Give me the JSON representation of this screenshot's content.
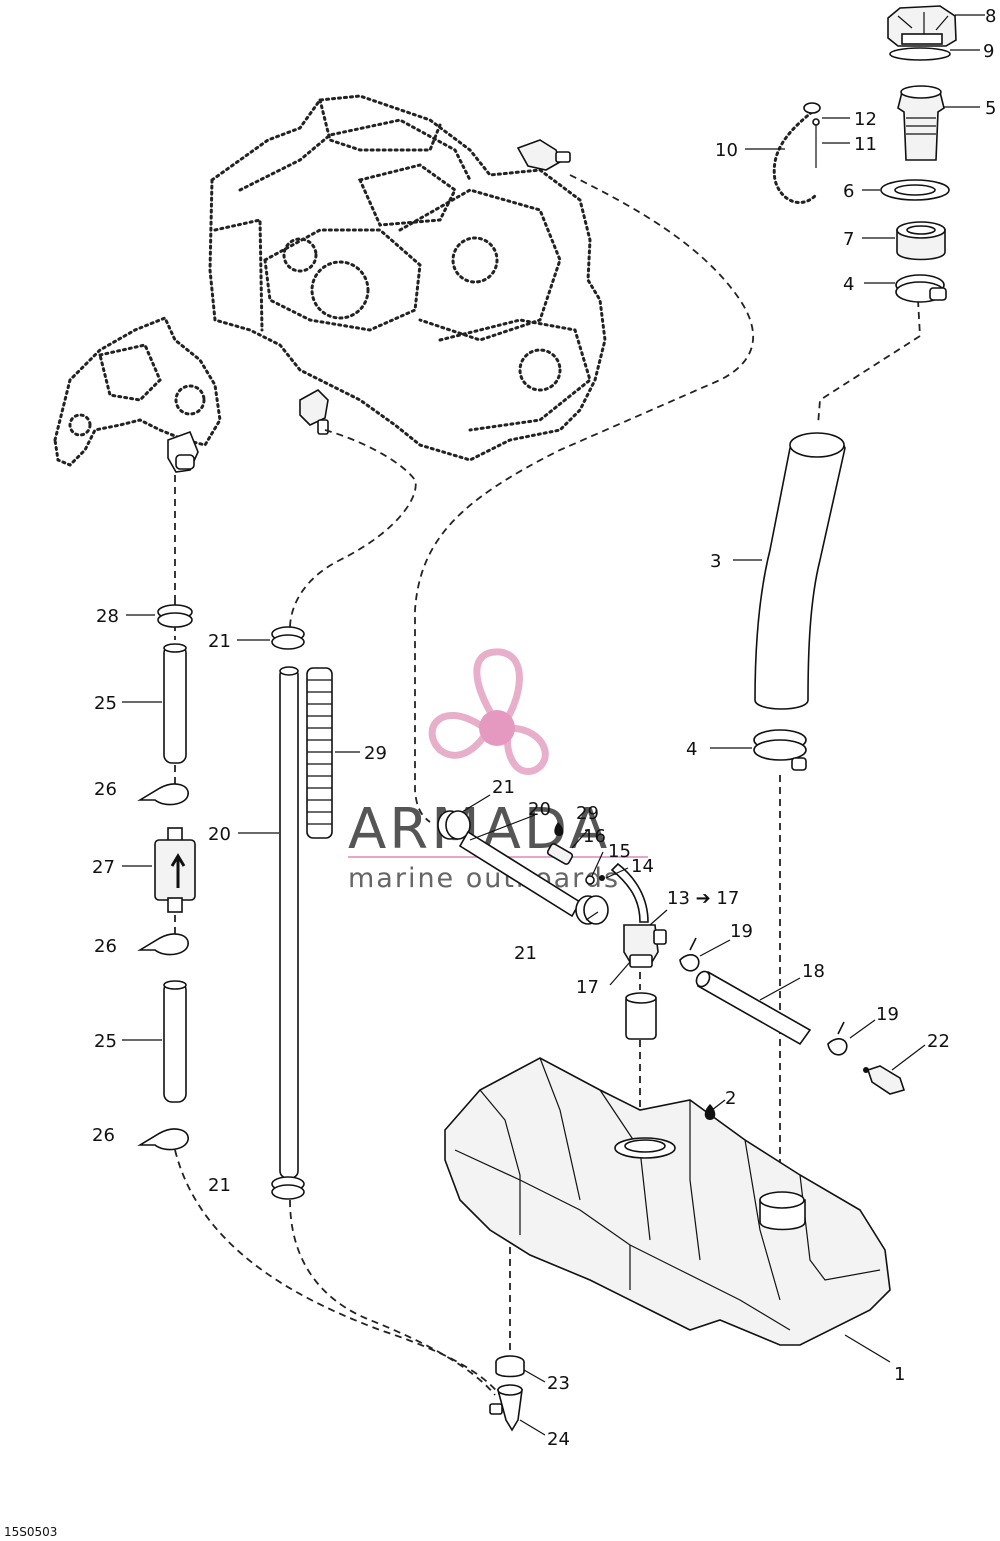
{
  "diagram_code": "15S0503",
  "watermark": {
    "title": "ARMADA",
    "subtitle": "marine outboards"
  },
  "colors": {
    "ink": "#111111",
    "logo": "#e6a7c6",
    "logo_core": "#e48fba"
  },
  "callouts": {
    "c1": "1",
    "c2": "2",
    "c3": "3",
    "c4a": "4",
    "c4b": "4",
    "c5": "5",
    "c6": "6",
    "c7": "7",
    "c8": "8",
    "c9": "9",
    "c10": "10",
    "c11": "11",
    "c12": "12",
    "c13": "13 ➔ 17",
    "c14": "14",
    "c15": "15",
    "c16": "16",
    "c17": "17",
    "c18": "18",
    "c19a": "19",
    "c19b": "19",
    "c20a": "20",
    "c20b": "20",
    "c21a": "21",
    "c21b": "21",
    "c21c": "21",
    "c21d": "21",
    "c22": "22",
    "c23": "23",
    "c24": "24",
    "c25a": "25",
    "c25b": "25",
    "c26a": "26",
    "c26b": "26",
    "c26c": "26",
    "c27": "27",
    "c28": "28",
    "c29a": "29",
    "c29b": "29"
  }
}
